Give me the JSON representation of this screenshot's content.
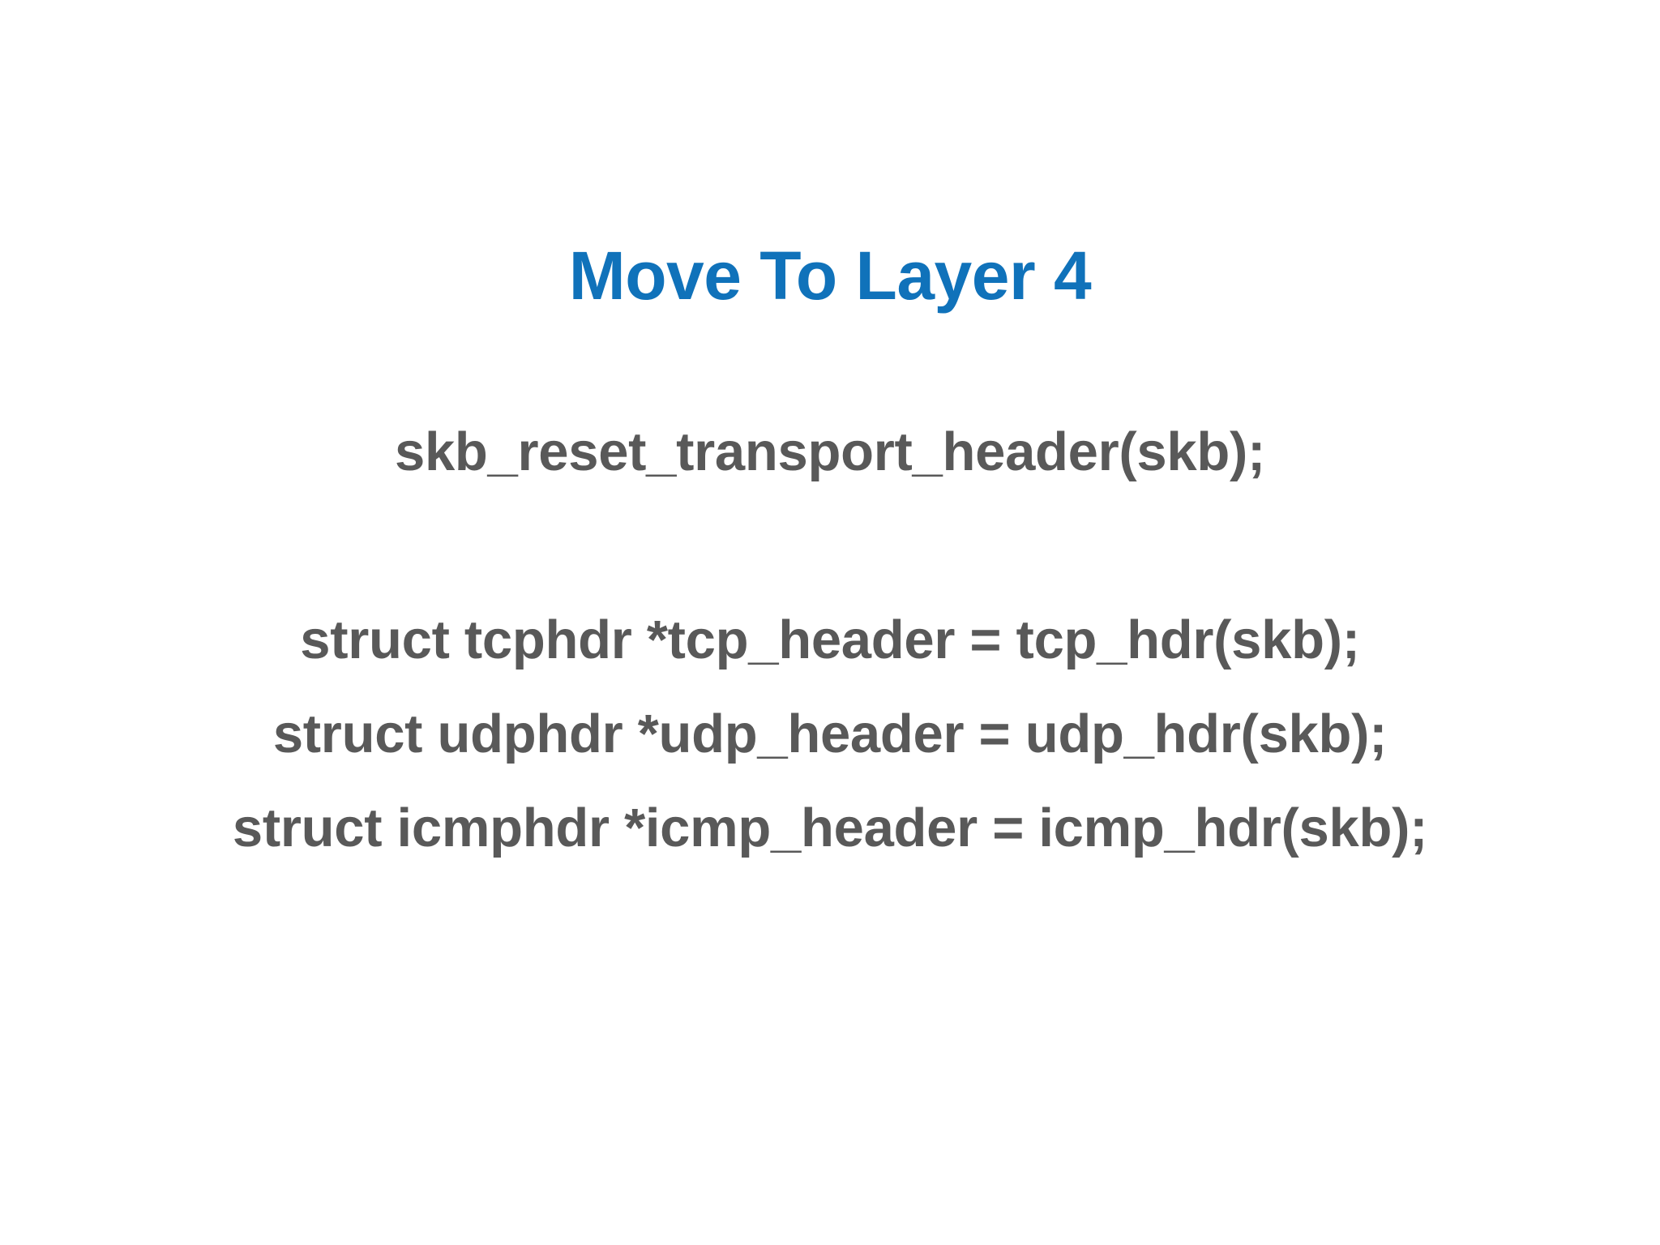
{
  "slide": {
    "background_color": "#FFFFFF",
    "title": {
      "text": "Move To Layer 4",
      "color": "#1072BA"
    },
    "body": {
      "color": "#595959",
      "lines": [
        {
          "text": "skb_reset_transport_header(skb);",
          "blank": false
        },
        {
          "text": "",
          "blank": true
        },
        {
          "text": "struct tcphdr *tcp_header = tcp_hdr(skb);",
          "blank": false
        },
        {
          "text": "struct udphdr *udp_header = udp_hdr(skb);",
          "blank": false
        },
        {
          "text": "struct icmphdr *icmp_header = icmp_hdr(skb);",
          "blank": false
        }
      ]
    }
  }
}
